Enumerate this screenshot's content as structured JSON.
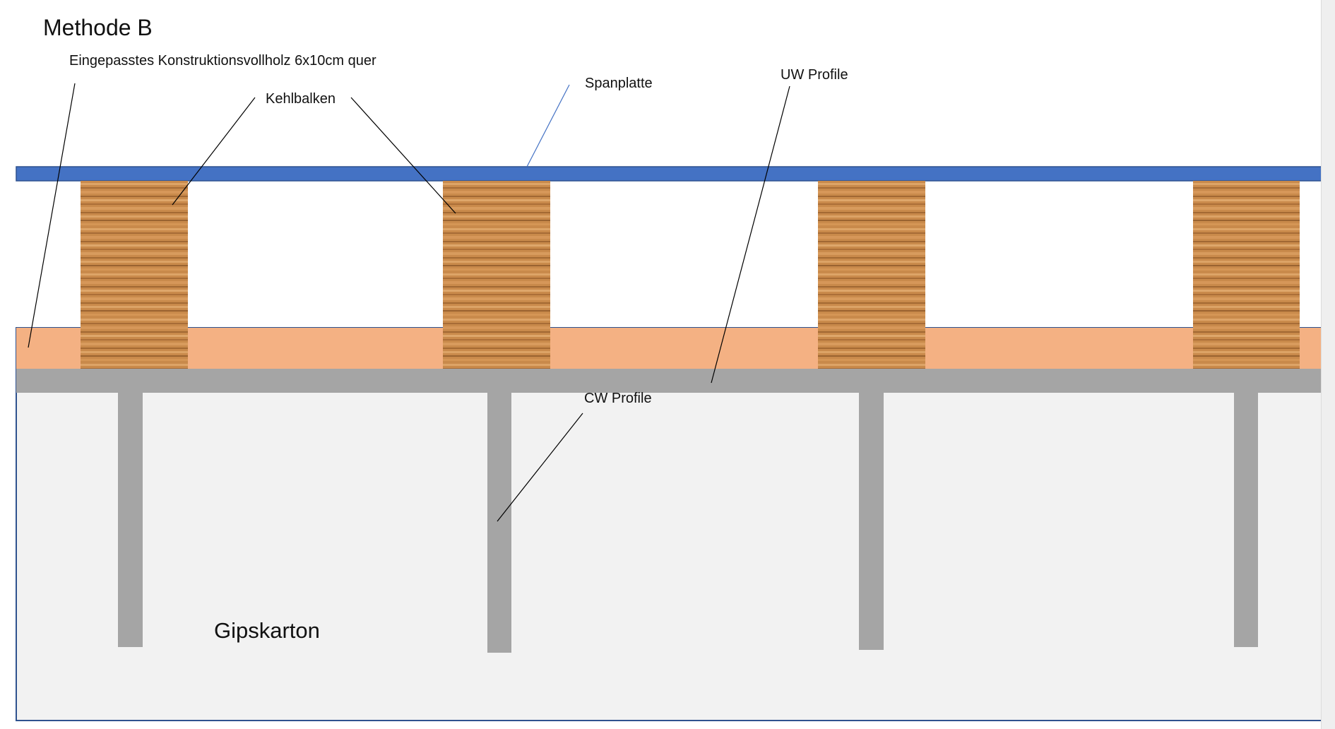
{
  "title": "Methode B",
  "labels": {
    "kvh": "Eingepasstes Konstruktionsvollholz 6x10cm quer",
    "kehlbalken": "Kehlbalken",
    "spanplatte": "Spanplatte",
    "uw_profile": "UW Profile",
    "cw_profile": "CW Profile",
    "gipskarton": "Gipskarton"
  },
  "colors": {
    "spanplatte": "#4472C4",
    "spanplatte_border": "#2F528F",
    "kvh": "#F4B183",
    "profile": "#A5A5A5",
    "gipskarton": "#F2F2F2",
    "gipskarton_border": "#2F528F",
    "leader_line": "#000000",
    "leader_line_blue": "#4472C4",
    "wood_base": "#C98A4B",
    "wood_dark": "#8A5424",
    "wood_light": "#E2AA6E"
  }
}
